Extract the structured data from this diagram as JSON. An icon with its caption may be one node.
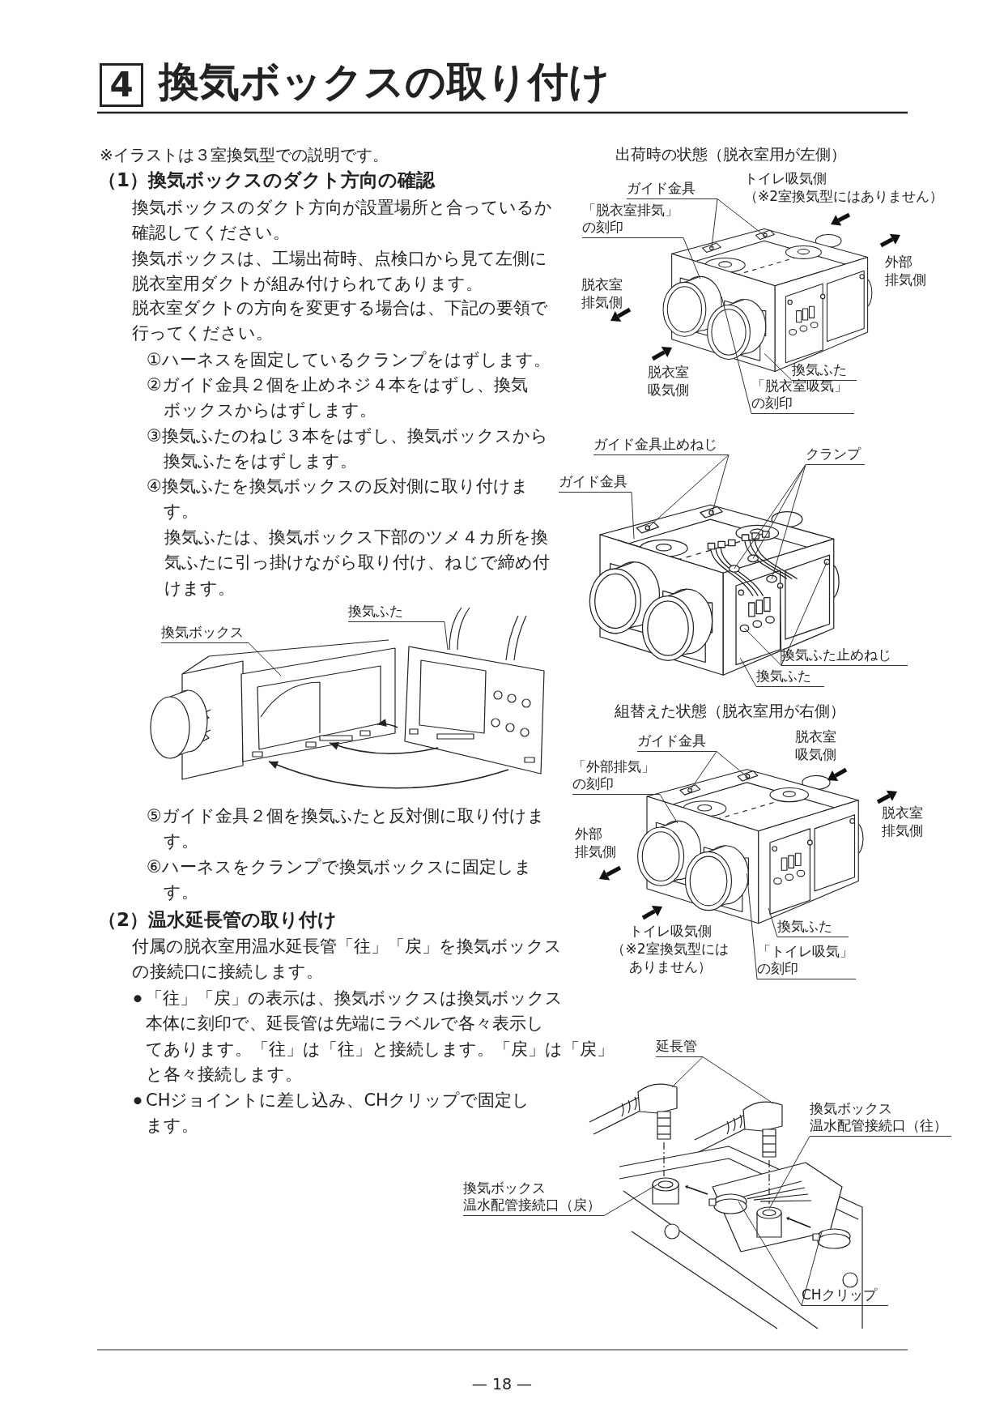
{
  "diagram": {
    "title": "換気ボックスの取り付け",
    "nodes": [
      {
        "text": [
          "ガイド金具"
        ]
      },
      {
        "text": [
          "「脱衣室排気」の刻印"
        ]
      },
      {
        "text": [
          "換気ふた"
        ]
      },
      {
        "text": [
          "「脱衣室吸気」の刻印"
        ]
      },
      {
        "text": [
          "ガイド金具止めねじ"
        ]
      },
      {
        "text": [
          "ガイド金具"
        ]
      },
      {
        "text": [
          "クランプ"
        ]
      },
      {
        "text": [
          "換気ふた止めねじ"
        ]
      },
      {
        "text": [
          "換気ふた"
        ]
      },
      {
        "text": [
          "換気ボックス"
        ]
      },
      {
        "text": [
          "換気ふた"
        ]
      },
      {
        "text": [
          "ガイド金具"
        ]
      },
      {
        "text": [
          "「外部排気」の刻印"
        ]
      },
      {
        "text": [
          "換気ふた"
        ]
      },
      {
        "text": [
          "「トイレ吸気」の刻印"
        ]
      },
      {
        "text": [
          "延長管"
        ]
      },
      {
        "text": [
          "換気ボックス温水配管接続口（往）"
        ]
      },
      {
        "text": [
          "換気ボックス温水配管接続口（戻）"
        ]
      },
      {
        "text": [
          "CHクリップ"
        ]
      }
    ],
    "edges": [
      {
        "from": 0,
        "to": null,
        "arrow": "none"
      },
      {
        "from": 0,
        "to": null,
        "arrow": "none"
      },
      {
        "from": 1,
        "to": null,
        "arrow": "none"
      },
      {
        "from": 2,
        "to": null,
        "arrow": "none"
      },
      {
        "from": 3,
        "to": null,
        "arrow": "none"
      },
      {
        "from": 4,
        "to": null,
        "arrow": "none"
      },
      {
        "from": 4,
        "to": null,
        "arrow": "none"
      },
      {
        "from": 5,
        "to": null,
        "arrow": "none"
      },
      {
        "from": 6,
        "to": null,
        "arrow": "none"
      },
      {
        "from": 6,
        "to": null,
        "arrow": "none"
      },
      {
        "from": 6,
        "to": null,
        "arrow": "none"
      },
      {
        "from": 7,
        "to": null,
        "arrow": "none"
      },
      {
        "from": 7,
        "to": null,
        "arrow": "none"
      },
      {
        "from": 7,
        "to": null,
        "arrow": "none"
      },
      {
        "from": 8,
        "to": null,
        "arrow": "none"
      },
      {
        "from": 9,
        "to": null,
        "arrow": "none"
      },
      {
        "from": 10,
        "to": null,
        "arrow": "none"
      },
      {
        "from": 11,
        "to": null,
        "arrow": "none"
      },
      {
        "from": 11,
        "to": null,
        "arrow": "none"
      },
      {
        "from": 12,
        "to": null,
        "arrow": "none"
      },
      {
        "from": 13,
        "to": null,
        "arrow": "none"
      },
      {
        "from": 14,
        "to": null,
        "arrow": "none"
      },
      {
        "from": 15,
        "to": null,
        "arrow": "none"
      },
      {
        "from": 15,
        "to": null,
        "arrow": "none"
      },
      {
        "from": 16,
        "to": null,
        "arrow": "none"
      },
      {
        "from": 17,
        "to": null,
        "arrow": "none"
      },
      {
        "from": 18,
        "to": null,
        "arrow": "none"
      },
      {
        "from": 18,
        "to": null,
        "arrow": "none"
      }
    ],
    "labels": [
      "4",
      "※イラストは３室換気型での説明です。",
      "（1）換気ボックスのダクト方向の確認",
      "換気ボックスのダクト方向が設置場所と合っているか確認してください。",
      "換気ボックスは、工場出荷時、点検口から見て左側に脱衣室用ダクトが組み付けられてあります。",
      "脱衣室ダクトの方向を変更する場合は、下記の要領で行ってください。",
      "①ハーネスを固定しているクランプをはずします。",
      "②ガイド金具２個を止めネジ４本をはずし、換気ボックスからはずします。",
      "③換気ふたのねじ３本をはずし、換気ボックスから換気ふたをはずします。",
      "④換気ふたを換気ボックスの反対側に取り付けます。",
      "換気ふたは、換気ボックス下部のツメ４カ所を換気ふたに引っ掛けながら取り付け、ねじで締め付けます。",
      "⑤ガイド金具２個を換気ふたと反対側に取り付けます。",
      "⑥ハーネスをクランプで換気ボックスに固定します。",
      "（2）温水延長管の取り付け",
      "付属の脱衣室用温水延長管「往」「戻」を換気ボックスの接続口に接続します。",
      "「往」「戻」の表示は、換気ボックスは換気ボックス本体に刻印で、延長管は先端にラベルで各々表示してあります。「往」は「往」と接続します。「戻」は「戻」と各々接続します。",
      "CHジョイントに差し込み、CHクリップで固定します。",
      "出荷時の状態（脱衣室用が左側）",
      "トイレ吸気側（※2室換気型にはありません）",
      "外部排気側",
      "脱衣室排気側",
      "脱衣室吸気側",
      "組替えた状態（脱衣室用が右側）",
      "脱衣室吸気側",
      "脱衣室排気側",
      "外部排気側",
      "トイレ吸気側（※2室換気型にはありません）",
      "— 18 —"
    ]
  }
}
